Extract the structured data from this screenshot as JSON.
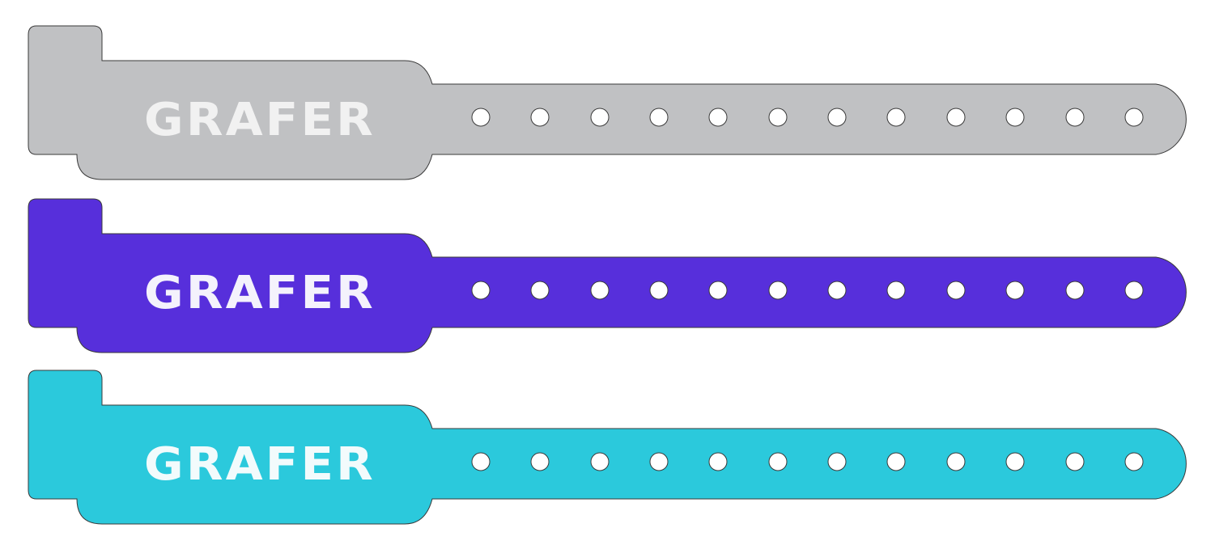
{
  "wristbands": [
    {
      "color": "#c0c1c3",
      "logo_color": "#f1f1f1",
      "logo_text": "GRAFER",
      "holes": 12
    },
    {
      "color": "#572fdb",
      "logo_color": "#f4f2fc",
      "logo_text": "GRAFER",
      "holes": 12
    },
    {
      "color": "#2bc9dc",
      "logo_color": "#f2fbfc",
      "logo_text": "GRAFER",
      "holes": 12
    }
  ]
}
